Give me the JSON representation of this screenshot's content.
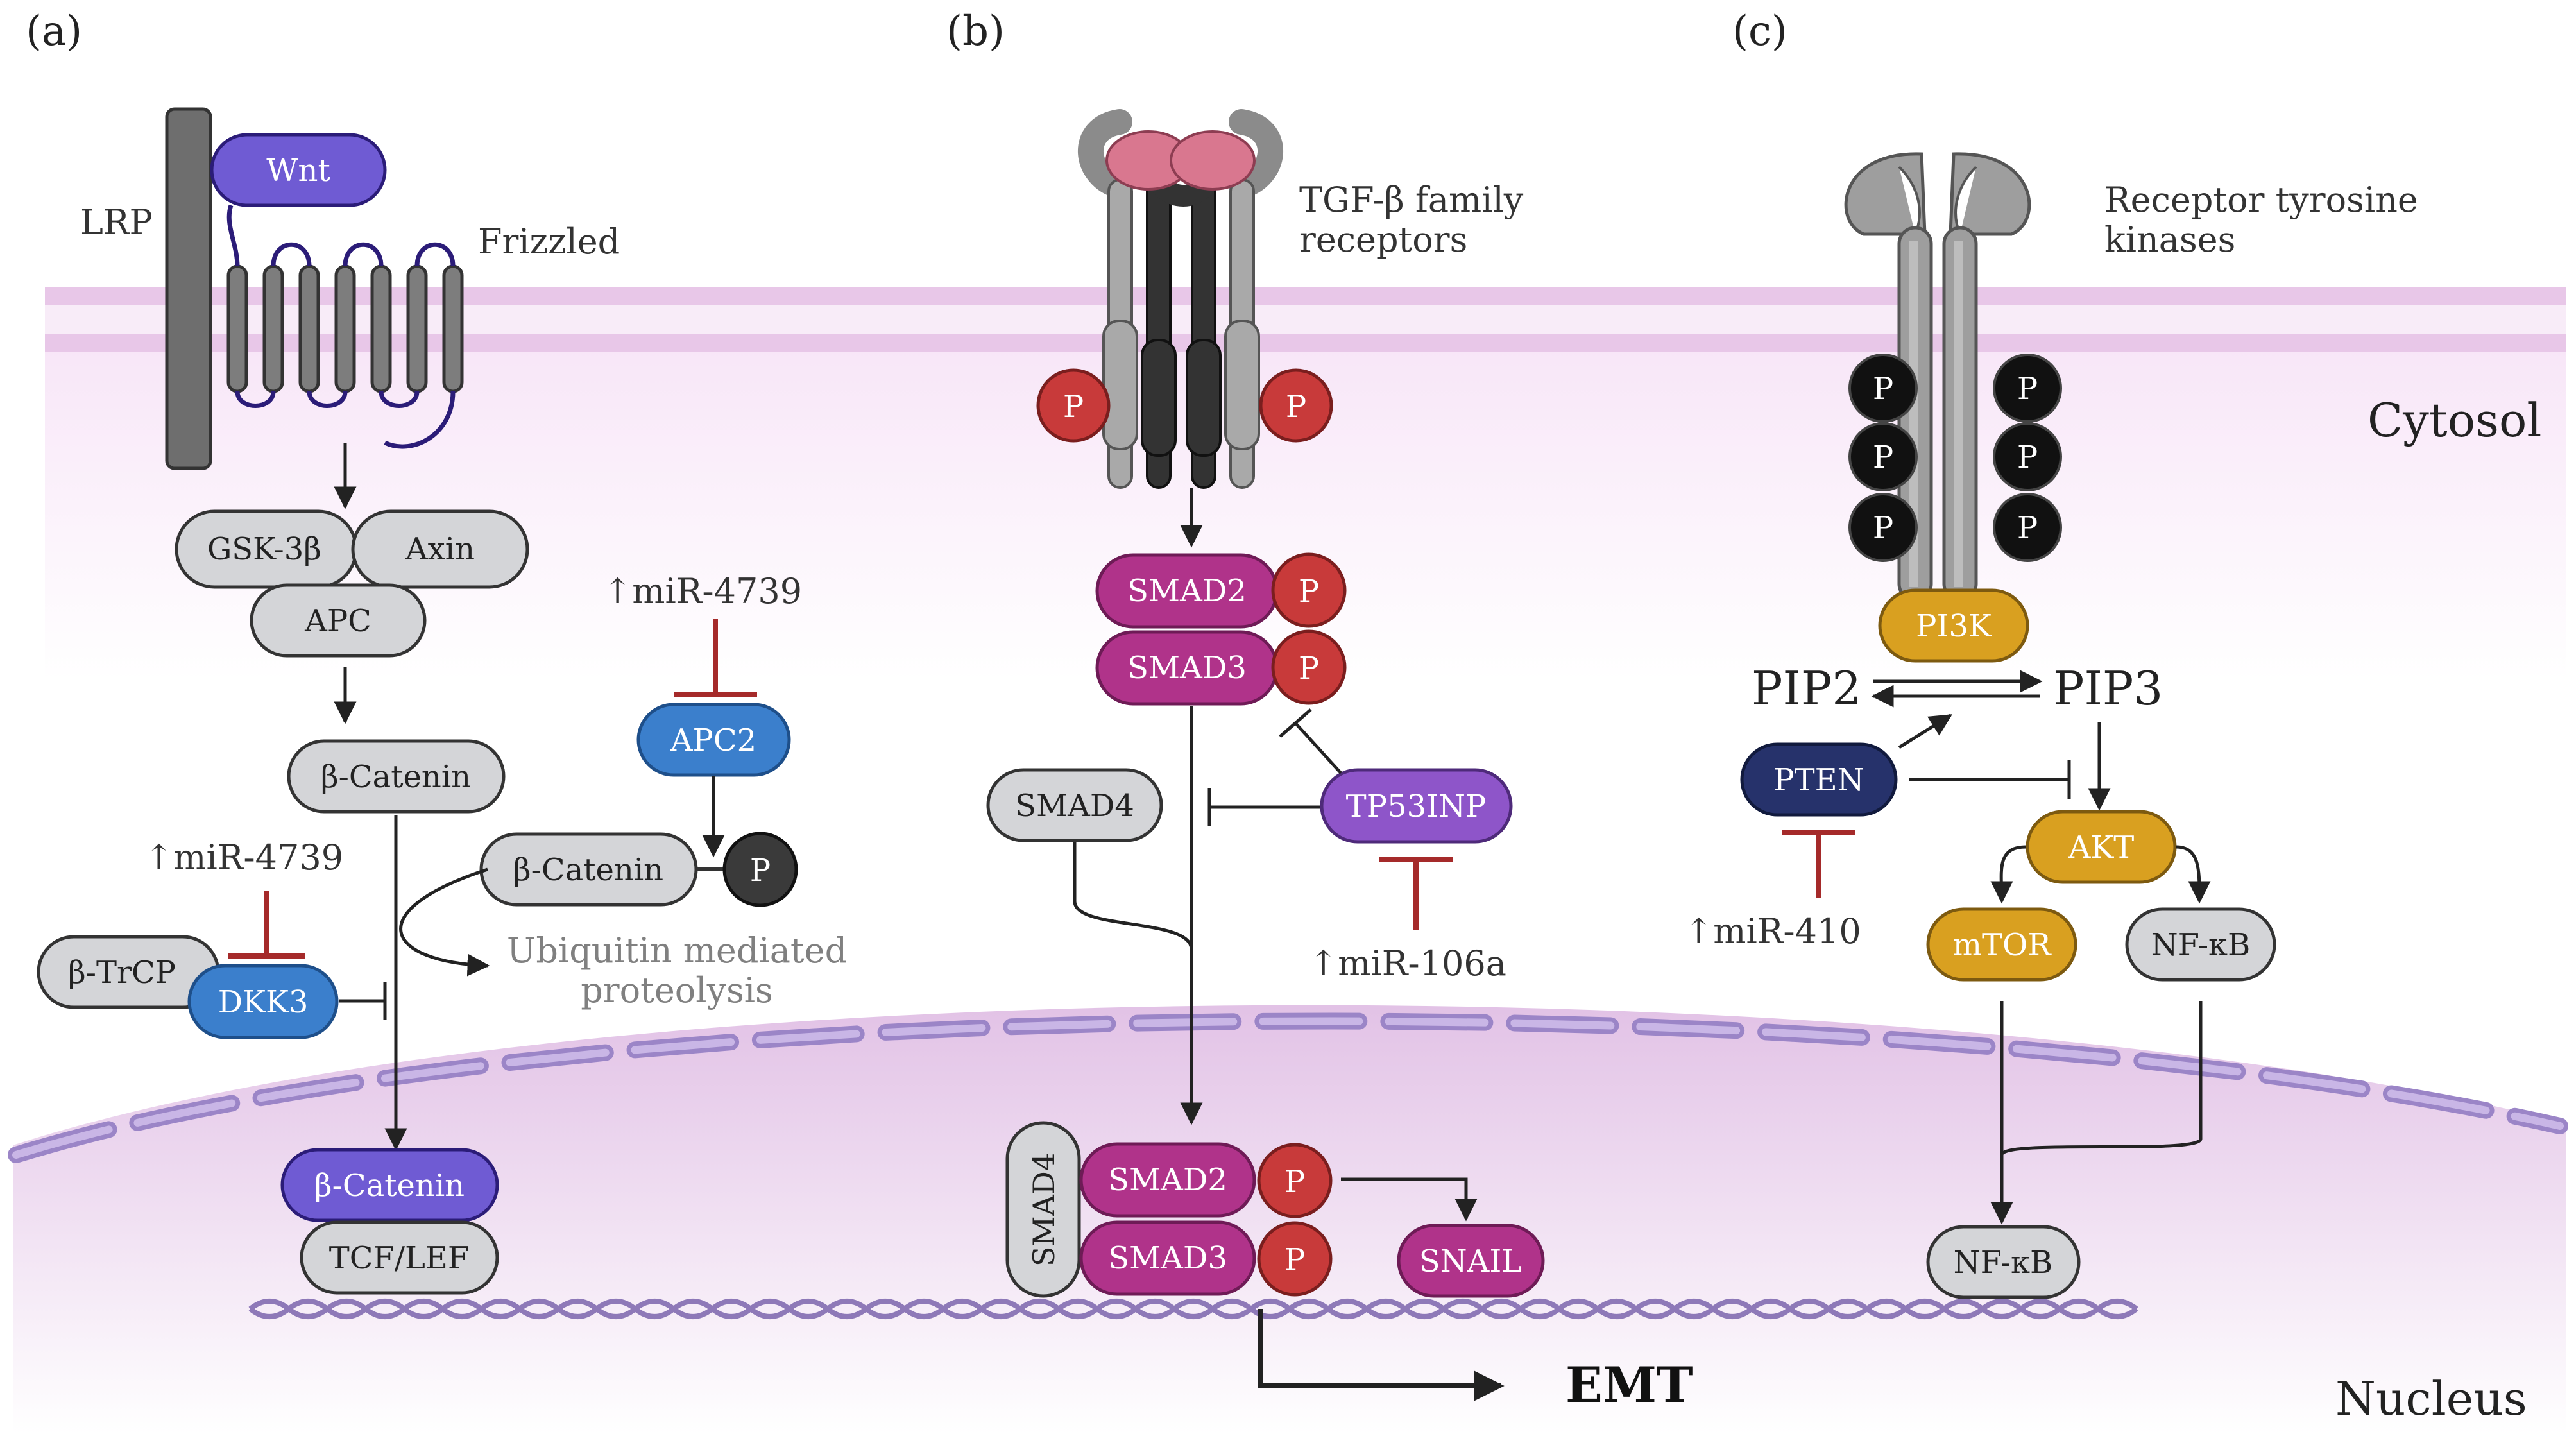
{
  "panels": {
    "a": "(a)",
    "b": "(b)",
    "c": "(c)"
  },
  "regions": {
    "cytosol": "Cytosol",
    "nucleus": "Nucleus"
  },
  "panel_a": {
    "wnt": "Wnt",
    "lrp": "LRP",
    "frizzled": "Frizzled",
    "gsk3b": "GSK-3β",
    "axin": "Axin",
    "apc": "APC",
    "bcatenin": "β-Catenin",
    "mir4739": "↑miR-4739",
    "apc2": "APC2",
    "bcatenin_p": "β-Catenin",
    "p": "P",
    "ubiquitin_line1": "Ubiquitin mediated",
    "ubiquitin_line2": "proteolysis",
    "mir4739_b": "↑miR-4739",
    "btrcp": "β-TrCP",
    "dkk3": "DKK3",
    "bcatenin_nuc": "β-Catenin",
    "tcflef": "TCF/LEF"
  },
  "panel_b": {
    "receptor_line1": "TGF-β family",
    "receptor_line2": "receptors",
    "p": "P",
    "smad2": "SMAD2",
    "smad3": "SMAD3",
    "smad4": "SMAD4",
    "tp53inp": "TP53INP",
    "mir106a": "↑miR-106a",
    "smad4_nuc": "SMAD4",
    "smad2_nuc": "SMAD2",
    "smad3_nuc": "SMAD3",
    "snail": "SNAIL",
    "emt": "EMT"
  },
  "panel_c": {
    "receptor_line1": "Receptor tyrosine",
    "receptor_line2": "kinases",
    "p": "P",
    "pi3k": "PI3K",
    "pip2": "PIP2",
    "pip3": "PIP3",
    "pten": "PTEN",
    "mir410": "↑miR-410",
    "akt": "AKT",
    "mtor": "mTOR",
    "nfkb": "NF-κB",
    "nfkb_nuc": "NF-κB"
  },
  "colors": {
    "membrane": "#e8c7e8",
    "cytosol": "#fbf1fb",
    "nucleus": "#ecd3ee",
    "grey_protein": "#d4d5d8",
    "purple": "#6f5bd3",
    "blue": "#3b7fcc",
    "magenta": "#b0338a",
    "red": "#c83a3a",
    "gold": "#d9a020",
    "navy": "#26326b",
    "violet": "#8e55c9",
    "inhibit": "#a52a2a"
  }
}
